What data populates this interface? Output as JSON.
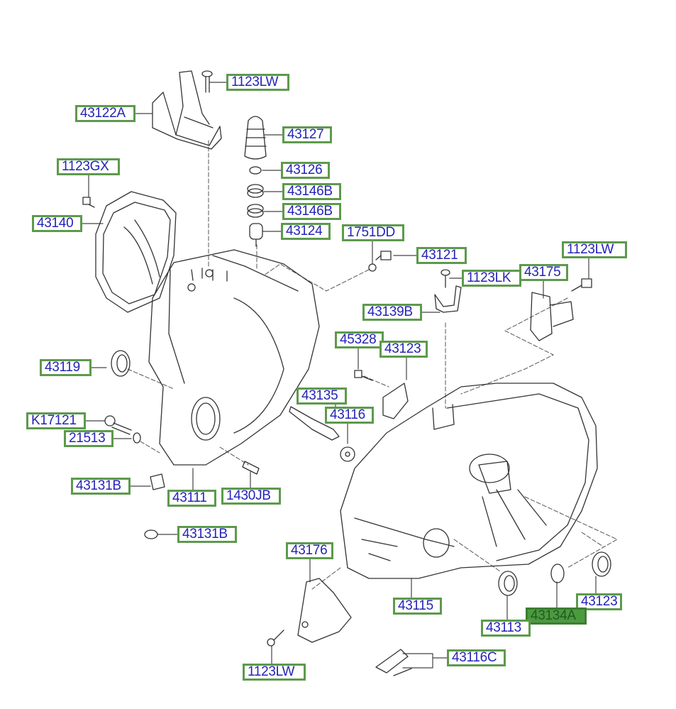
{
  "title": "Transaxle Case (Manual) - Parts Diagram",
  "colors": {
    "label_border": "#5d9a4c",
    "label_text": "#2424b8",
    "highlight_bg": "#4c9a3e",
    "line": "#333333"
  },
  "labels": [
    {
      "id": "l1",
      "text": "1123LW"
    },
    {
      "id": "l2",
      "text": "43122A"
    },
    {
      "id": "l3",
      "text": "43127"
    },
    {
      "id": "l4",
      "text": "1123GX"
    },
    {
      "id": "l5",
      "text": "43126"
    },
    {
      "id": "l6",
      "text": "43146B"
    },
    {
      "id": "l7",
      "text": "43146B"
    },
    {
      "id": "l8",
      "text": "43140"
    },
    {
      "id": "l9",
      "text": "43124"
    },
    {
      "id": "l10",
      "text": "1751DD"
    },
    {
      "id": "l11",
      "text": "43121"
    },
    {
      "id": "l12",
      "text": "1123LW"
    },
    {
      "id": "l13",
      "text": "1123LK"
    },
    {
      "id": "l14",
      "text": "43175"
    },
    {
      "id": "l15",
      "text": "43139B"
    },
    {
      "id": "l16",
      "text": "45328"
    },
    {
      "id": "l17",
      "text": "43123"
    },
    {
      "id": "l18",
      "text": "43119"
    },
    {
      "id": "l19",
      "text": "43135"
    },
    {
      "id": "l20",
      "text": "43116"
    },
    {
      "id": "l21",
      "text": "K17121"
    },
    {
      "id": "l22",
      "text": "21513"
    },
    {
      "id": "l23",
      "text": "43131B"
    },
    {
      "id": "l24",
      "text": "43111"
    },
    {
      "id": "l25",
      "text": "1430JB"
    },
    {
      "id": "l26",
      "text": "43131B"
    },
    {
      "id": "l27",
      "text": "43176"
    },
    {
      "id": "l28",
      "text": "43115"
    },
    {
      "id": "l29",
      "text": "43123"
    },
    {
      "id": "l30",
      "text": "43134A",
      "highlighted": true
    },
    {
      "id": "l31",
      "text": "43113"
    },
    {
      "id": "l32",
      "text": "43116C"
    },
    {
      "id": "l33",
      "text": "1123LW"
    }
  ]
}
